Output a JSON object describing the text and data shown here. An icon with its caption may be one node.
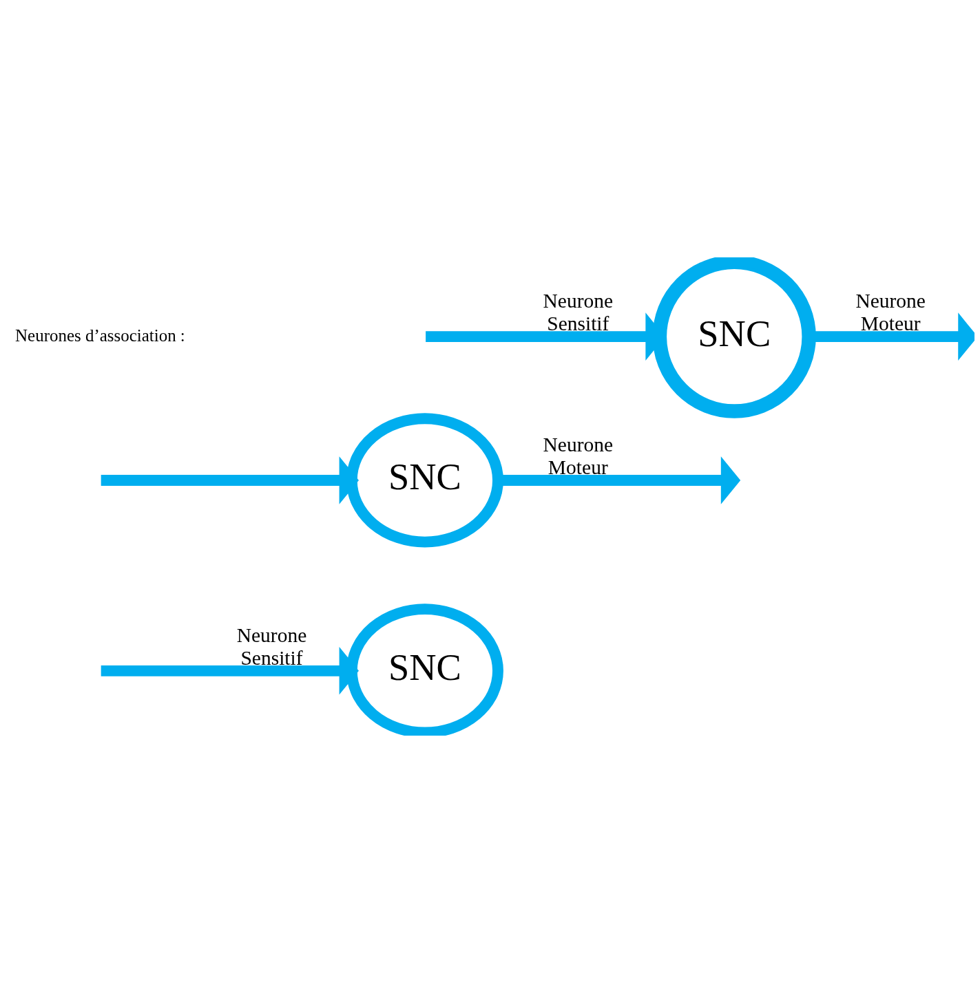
{
  "diagram": {
    "nodes": [
      {
        "text": [
          "SNC"
        ]
      },
      {
        "text": [
          "SNC"
        ]
      },
      {
        "text": [
          "SNC"
        ]
      }
    ],
    "edges": [
      {
        "from": null,
        "to": 0,
        "arrow": "to",
        "label": "Neurone Sensitif"
      },
      {
        "from": null,
        "to": 1,
        "arrow": "to"
      },
      {
        "from": 1,
        "to": null,
        "arrow": "to",
        "label": "Neurone Moteur"
      },
      {
        "from": null,
        "to": 2,
        "arrow": "to",
        "label": "Neurone Sensitif"
      },
      {
        "from": 2,
        "to": null,
        "arrow": "to",
        "label": "Neurone Moteur"
      }
    ],
    "labels": [
      "Neurones d’association :"
    ]
  }
}
